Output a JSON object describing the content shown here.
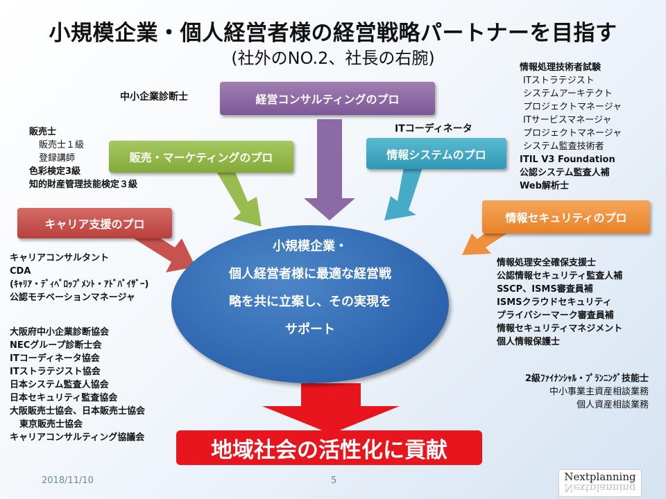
{
  "title": "小規模企業・個人経営者様の経営戦略パートナーを目指す",
  "subtitle": "(社外のNO.2、社長の右腕)",
  "boxes": {
    "consulting": "経営コンサルティングのプロ",
    "sales": "販売・マーケティングのプロ",
    "info_system": "情報システムのプロ",
    "career": "キャリア支援のプロ",
    "security": "情報セキュリティのプロ"
  },
  "colors": {
    "purple": "#8b6aa6",
    "green": "#98bc4f",
    "teal": "#45abc6",
    "red": "#c7524e",
    "orange": "#f08f3c",
    "ellipse": "#3570b8",
    "banner": "#e8151c"
  },
  "labels": {
    "sme_consultant": "中小企業診断士",
    "it_coordinator": "ITコーディネータ"
  },
  "sales_quals": [
    "販売士",
    "販売士１級",
    "登録講師",
    "色彩検定3級",
    "知的財産管理技能検定３級"
  ],
  "it_quals": {
    "head": "情報処理技術者試験",
    "items": [
      "ITストラテジスト",
      "システムアーキテクト",
      "プロジェクトマネージャ",
      "ITサービスマネージャ",
      "プロジェクトマネージャ",
      "システム監査技術者"
    ],
    "extra": [
      "ITIL V3 Foundation",
      "公認システム監査人補",
      "Web解析士"
    ]
  },
  "career_quals": [
    "キャリアコンサルタント",
    "CDA",
    "(ｷｬﾘｱ・ﾃﾞｨﾍﾞﾛｯﾌﾟﾒﾝﾄ・ｱﾄﾞﾊﾞｲｻﾞｰ)",
    "公認モチベーションマネージャ"
  ],
  "security_quals": [
    "情報処理安全確保支援士",
    "公認情報セキュリティ監査人補",
    "SSCP、ISMS審査員補",
    "ISMSクラウドセキュリティ",
    "プライバシーマーク審査員補",
    "情報セキュリティマネジメント",
    "個人情報保護士"
  ],
  "associations": [
    "大阪府中小企業診断協会",
    "NECグループ診断士会",
    "ITコーディネータ協会",
    "ITストラテジスト協会",
    "日本システム監査人協会",
    "日本セキュリティ監査協会",
    "大阪販売士協会、日本販売士協会",
    "東京販売士協会",
    "キャリアコンサルティング協議会"
  ],
  "fp": {
    "head": "2級ﾌｧｲﾅﾝｼｬﾙ・ﾌﾟﾗﾝﾆﾝｸﾞ技能士",
    "items": [
      "中小事業主資産相談業務",
      "個人資産相談業務"
    ]
  },
  "center": [
    "小規模企業・",
    "個人経営者様に最適な経営戦",
    "略を共に立案し、その実現を",
    "サポート"
  ],
  "banner": "地域社会の活性化に貢献",
  "footer": {
    "date": "2018/11/10",
    "page": "5",
    "logo": "Nextplanning"
  }
}
